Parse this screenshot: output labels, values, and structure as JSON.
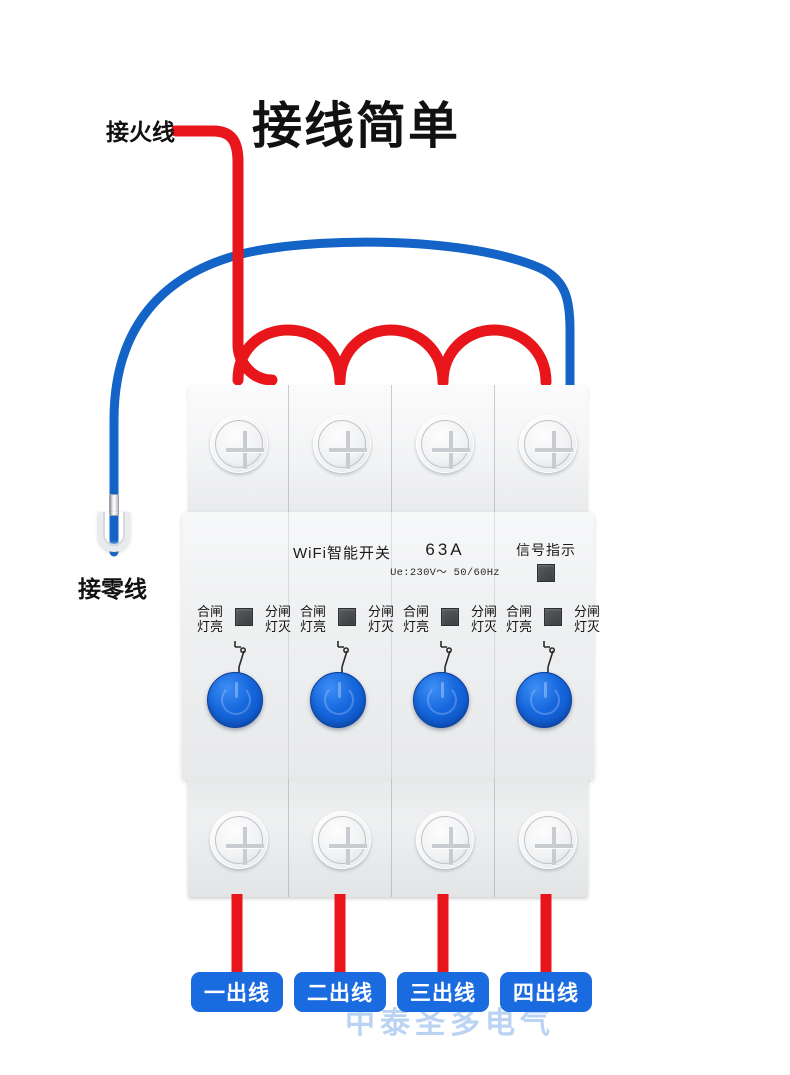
{
  "page": {
    "title": "接线简单"
  },
  "labels": {
    "live_wire": "接火线",
    "neutral_wire": "接零线"
  },
  "device": {
    "model_name": "WiFi智能开关",
    "rating": "63A",
    "rating_sub": "Ue:230V～ 50/60Hz",
    "signal_indicator": "信号指示",
    "poles": [
      {
        "closed_label_line1": "合闸",
        "closed_label_line2": "灯亮",
        "open_label_line1": "分闸",
        "open_label_line2": "灯灭"
      },
      {
        "closed_label_line1": "合闸",
        "closed_label_line2": "灯亮",
        "open_label_line1": "分闸",
        "open_label_line2": "灯灭"
      },
      {
        "closed_label_line1": "合闸",
        "closed_label_line2": "灯亮",
        "open_label_line1": "分闸",
        "open_label_line2": "灯灭"
      },
      {
        "closed_label_line1": "合闸",
        "closed_label_line2": "灯亮",
        "open_label_line1": "分闸",
        "open_label_line2": "灯灭"
      }
    ]
  },
  "outputs": [
    {
      "label": "一出线"
    },
    {
      "label": "二出线"
    },
    {
      "label": "三出线"
    },
    {
      "label": "四出线"
    }
  ],
  "watermark": {
    "text": "中泰圣多电气"
  },
  "colors": {
    "live_wire": "#e8161b",
    "neutral_wire": "#1464c8",
    "badge_blue": "#1a6be0",
    "button_blue": "#1667dd",
    "led_dark": "#45484b",
    "body_white": "#f2f3f4"
  }
}
